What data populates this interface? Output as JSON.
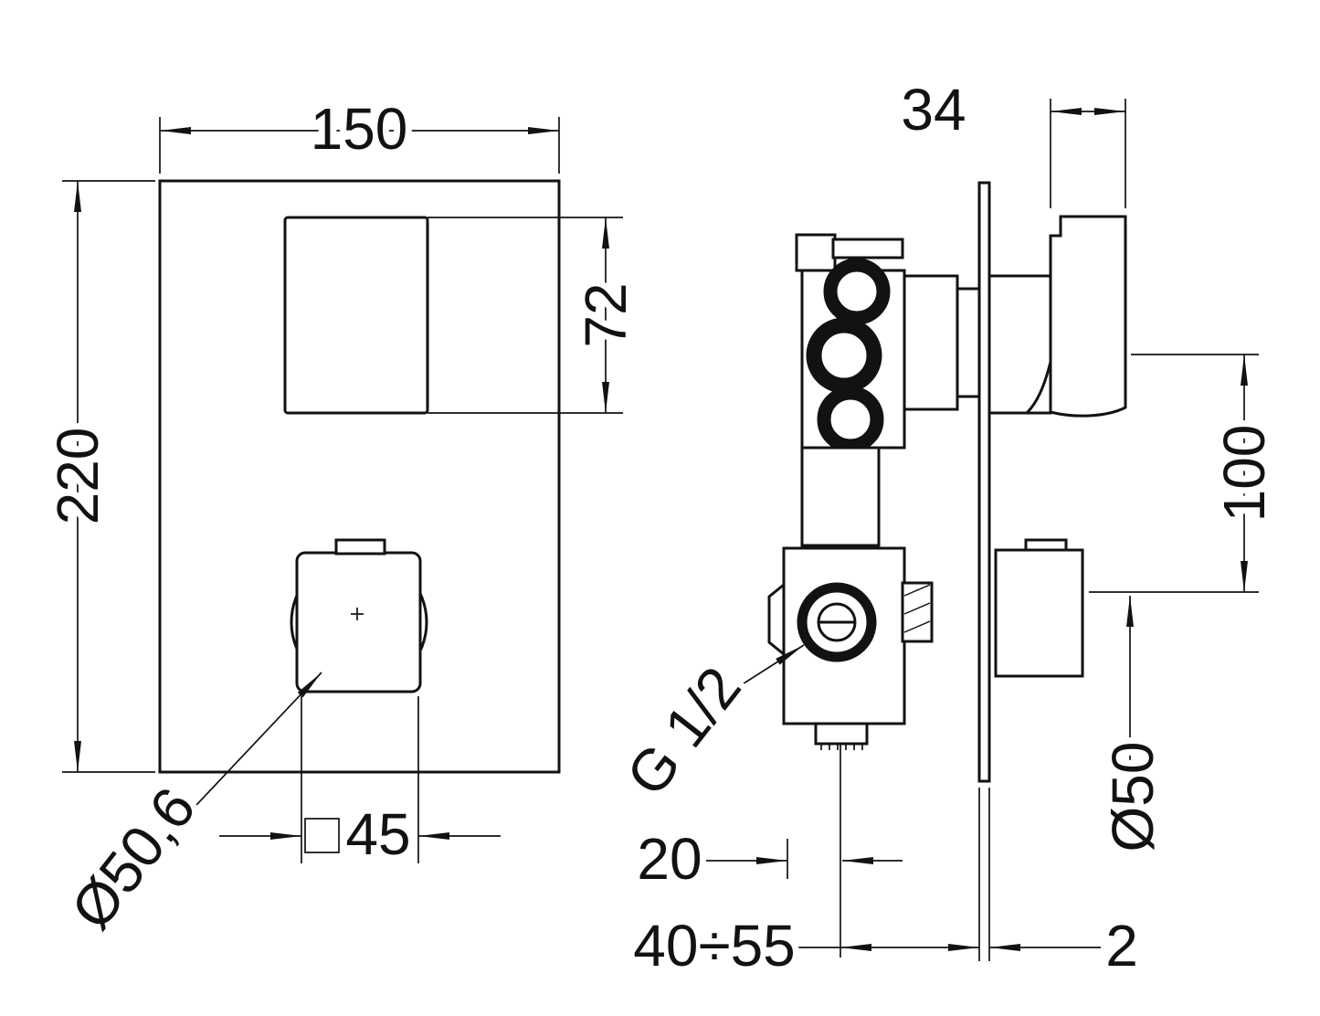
{
  "drawing": {
    "kind": "technical-dimension-drawing",
    "subject": "concealed-shower-mixer-valve",
    "colors": {
      "line": "#121212",
      "background": "#ffffff"
    },
    "front_view": {
      "width": "150",
      "height": "220",
      "button_height": "72",
      "knob_square": "45",
      "knob_diameter": "Ø50,6"
    },
    "side_view": {
      "handle_width": "34",
      "axis_distance": "100",
      "thread": "G 1/2",
      "min_depth": "20",
      "install_depth": "40÷55",
      "knob_diameter": "Ø50",
      "plate_thickness": "2"
    }
  }
}
